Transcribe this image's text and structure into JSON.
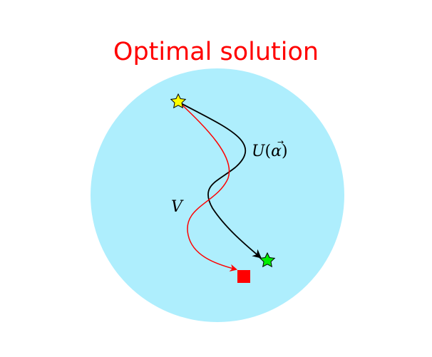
{
  "title": "Optimal solution",
  "labels": {
    "u_symbol": "U",
    "u_open": "(",
    "u_arg": "α",
    "u_vec": "→",
    "u_close": ")",
    "v_symbol": "V"
  },
  "colors": {
    "title": "#ff0000",
    "disk_fill": "#aeeefd",
    "start_star": "#ffff00",
    "goal_star": "#00ee00",
    "target_square": "#ff0000",
    "path_u": "#000000",
    "path_v": "#ff0000"
  },
  "nodes": {
    "start": "star",
    "goal": "star",
    "target": "square"
  }
}
